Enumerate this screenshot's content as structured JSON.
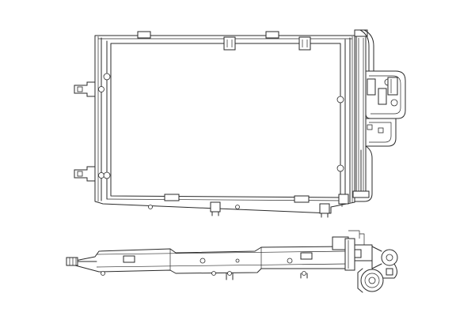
{
  "drawing": {
    "views": [
      "front-view",
      "side-view"
    ],
    "colors": {
      "line": "#2a2a2a",
      "background": "#ffffff"
    },
    "icons": [
      "condenser-core",
      "mounting-bracket",
      "pipe-fitting"
    ]
  }
}
